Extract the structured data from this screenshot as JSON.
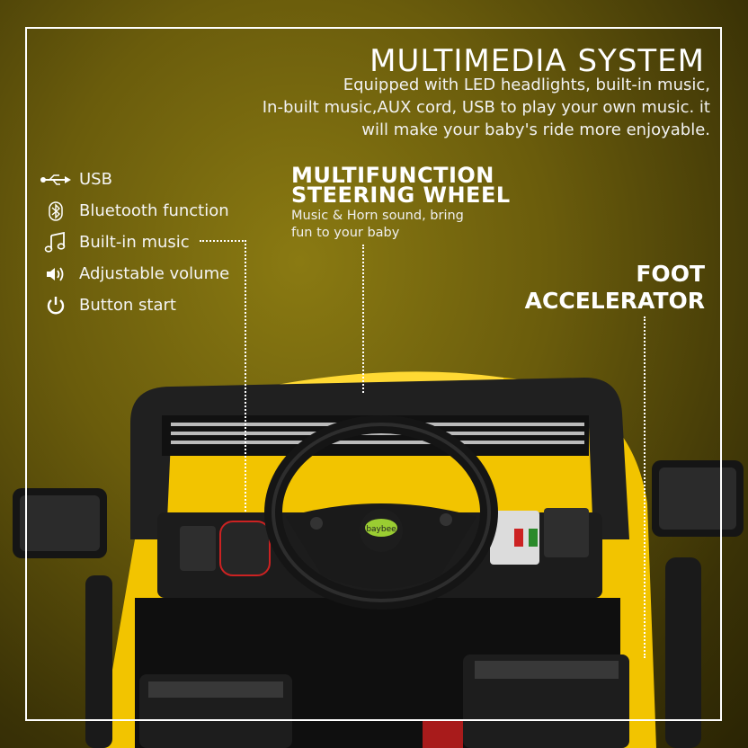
{
  "header": {
    "title": "MULTIMEDIA SYSTEM",
    "description_lines": [
      "Equipped with LED headlights, built-in music,",
      "In-built music,AUX cord, USB to play your own music. it",
      "will make your baby's ride more enjoyable."
    ]
  },
  "features": [
    {
      "icon": "usb-icon",
      "label": "USB"
    },
    {
      "icon": "bluetooth-icon",
      "label": "Bluetooth function"
    },
    {
      "icon": "music-note-icon",
      "label": "Built-in music"
    },
    {
      "icon": "speaker-volume-icon",
      "label": "Adjustable volume"
    },
    {
      "icon": "power-button-icon",
      "label": "Button start"
    }
  ],
  "steering": {
    "title_line1": "MULTIFUNCTION",
    "title_line2": "STEERING WHEEL",
    "sub_line1": "Music & Horn sound, bring",
    "sub_line2": "fun to your baby"
  },
  "accelerator": {
    "title_line1": "FOOT",
    "title_line2": "ACCELERATOR"
  },
  "product": {
    "logo_text": "baybee"
  },
  "colors": {
    "background": "#6a5c0c",
    "car_body": "#f2c400",
    "text": "#ffffff"
  }
}
